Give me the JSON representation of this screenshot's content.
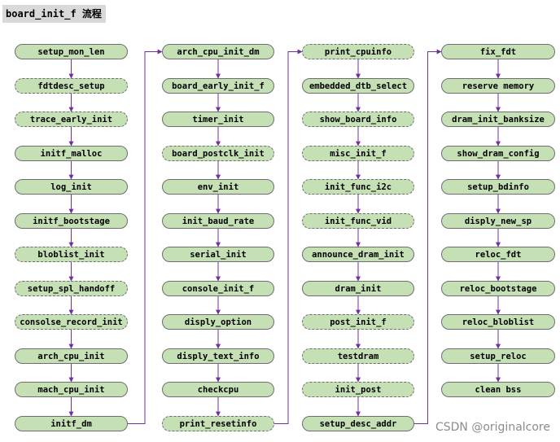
{
  "title": "board_init_f 流程",
  "watermark": "CSDN @originalcore",
  "colors": {
    "node_fill": "#c5e0b4",
    "arrow": "#7030a0",
    "node_border": "#6e6e6e"
  },
  "columns": [
    {
      "nodes": [
        {
          "label": "setup_mon_len",
          "dashed": false
        },
        {
          "label": "fdtdesc_setup",
          "dashed": true
        },
        {
          "label": "trace_early_init",
          "dashed": true
        },
        {
          "label": "initf_malloc",
          "dashed": false
        },
        {
          "label": "log_init",
          "dashed": false
        },
        {
          "label": "initf_bootstage",
          "dashed": false
        },
        {
          "label": "bloblist_init",
          "dashed": true
        },
        {
          "label": "setup_spl_handoff",
          "dashed": true
        },
        {
          "label": "consolse_record_init",
          "dashed": true
        },
        {
          "label": "arch_cpu_init",
          "dashed": false
        },
        {
          "label": "mach_cpu_init",
          "dashed": false
        },
        {
          "label": "initf_dm",
          "dashed": false
        }
      ]
    },
    {
      "nodes": [
        {
          "label": "arch_cpu_init_dm",
          "dashed": false
        },
        {
          "label": "board_early_init_f",
          "dashed": false
        },
        {
          "label": "timer_init",
          "dashed": false
        },
        {
          "label": "board_postclk_init",
          "dashed": true
        },
        {
          "label": "env_init",
          "dashed": false
        },
        {
          "label": "init_baud_rate",
          "dashed": false
        },
        {
          "label": "serial_init",
          "dashed": false
        },
        {
          "label": "console_init_f",
          "dashed": false
        },
        {
          "label": "disply_option",
          "dashed": false
        },
        {
          "label": "disply_text_info",
          "dashed": false
        },
        {
          "label": "checkcpu",
          "dashed": false
        },
        {
          "label": "print_resetinfo",
          "dashed": true
        }
      ]
    },
    {
      "nodes": [
        {
          "label": "print_cpuinfo",
          "dashed": true
        },
        {
          "label": "embedded_dtb_select",
          "dashed": false
        },
        {
          "label": "show_board_info",
          "dashed": true
        },
        {
          "label": "misc_init_f",
          "dashed": true
        },
        {
          "label": "init_func_i2c",
          "dashed": true
        },
        {
          "label": "init_func_vid",
          "dashed": true
        },
        {
          "label": "announce_dram_init",
          "dashed": false
        },
        {
          "label": "dram_init",
          "dashed": false
        },
        {
          "label": "post_init_f",
          "dashed": true
        },
        {
          "label": "testdram",
          "dashed": true
        },
        {
          "label": "init_post",
          "dashed": true
        },
        {
          "label": "setup_desc_addr",
          "dashed": false
        }
      ]
    },
    {
      "nodes": [
        {
          "label": "fix_fdt",
          "dashed": false
        },
        {
          "label": "reserve memory",
          "dashed": false
        },
        {
          "label": "dram_init_banksize",
          "dashed": false
        },
        {
          "label": "show_dram_config",
          "dashed": false
        },
        {
          "label": "setup_bdinfo",
          "dashed": false
        },
        {
          "label": "disply_new_sp",
          "dashed": false
        },
        {
          "label": "reloc_fdt",
          "dashed": false
        },
        {
          "label": "reloc_bootstage",
          "dashed": false
        },
        {
          "label": "reloc_bloblist",
          "dashed": false
        },
        {
          "label": "setup_reloc",
          "dashed": false
        },
        {
          "label": "clean bss",
          "dashed": false
        }
      ]
    }
  ]
}
